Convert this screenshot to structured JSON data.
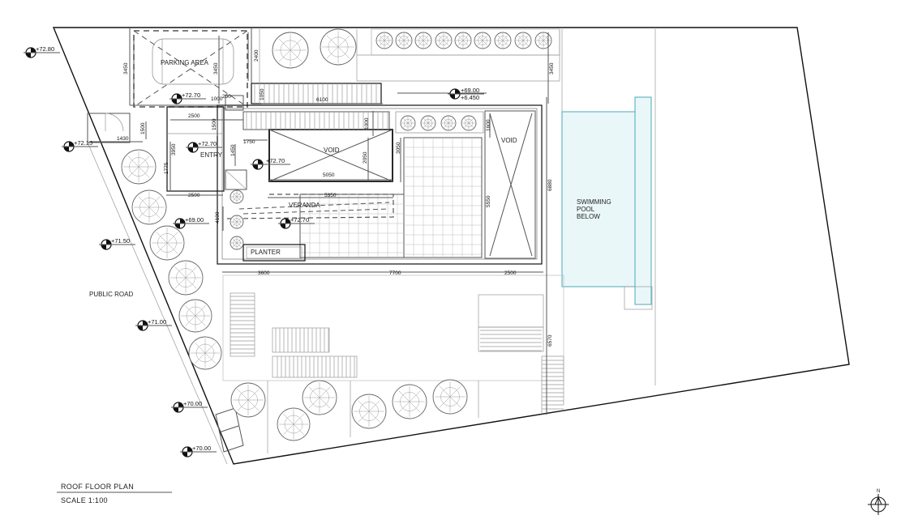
{
  "labels": {
    "parking": "PARKING AREA",
    "void_left": "VOID",
    "void_right": "VOID",
    "entry": "ENTRY",
    "veranda": "VERANDA",
    "planter": "PLANTER",
    "pool_1": "SWIMMING",
    "pool_2": "POOL",
    "pool_3": "BELOW",
    "public_road": "PUBLIC ROAD"
  },
  "levels": {
    "l_7280": "+72.80",
    "l_7270_top": "+72.70",
    "l_7215": "+72.15",
    "l_7270_entry": "+72.70",
    "l_7270_mid": "+72.70",
    "l_6900_top": "+69.00",
    "l_6450": "+6.450",
    "l_6900_left": "+69.00",
    "l_7270_ver": "+72.70",
    "l_7150": "+71.50",
    "l_7100": "+71.00",
    "l_7000_a": "+70.00",
    "l_7000_b": "+70.00"
  },
  "dims": {
    "d_3450_left": "3450",
    "d_3450_mid": "3450",
    "d_2400": "2400",
    "d_3450_right": "3450",
    "d_1000": "1000",
    "d_250": "250",
    "d_1050": "1050",
    "d_6100": "6100",
    "d_2500_top": "2500",
    "d_1500_a": "1500",
    "d_1500_b": "1500",
    "d_1430": "1430",
    "d_3950": "3950",
    "d_1775": "1775",
    "d_1750": "1750",
    "d_1450": "1450",
    "d_1000_v": "1000",
    "d_1600": "1600",
    "d_2050": "2050",
    "d_3050": "3050",
    "d_5050": "5050",
    "d_6880": "6880",
    "d_2500_mid": "2500",
    "d_5350": "5350",
    "d_5550": "5550",
    "d_4100": "4100",
    "d_3600": "3600",
    "d_7700": "7700",
    "d_2500_bottom": "2500",
    "d_6570": "6570"
  },
  "title": {
    "name": "ROOF FLOOR PLAN",
    "scale": "SCALE 1:100"
  },
  "north": "N"
}
